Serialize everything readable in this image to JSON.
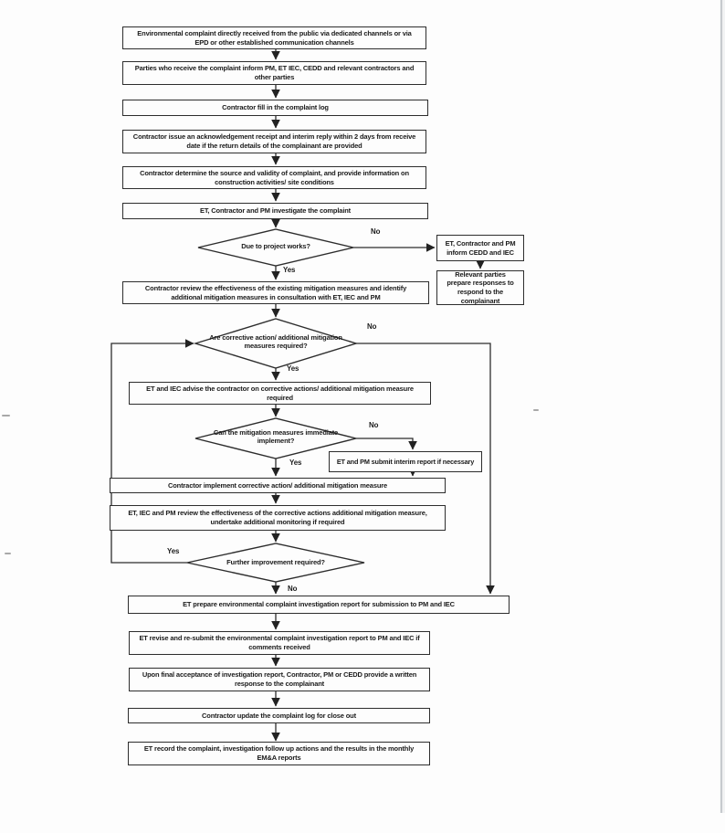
{
  "flowchart": {
    "nodes": {
      "receive_complaint": "Environmental complaint directly received from the public via dedicated channels or via EPD or other established communication channels",
      "inform_parties": "Parties who receive the complaint inform PM, ET IEC, CEDD and relevant contractors and other parties",
      "fill_complaint_log": "Contractor fill in the complaint log",
      "acknowledgement": "Contractor issue an acknowledgement receipt and interim reply within 2 days from receive date if the return details of the complainant are provided",
      "determine_source": "Contractor determine the source and validity of complaint, and provide information on construction activities/ site conditions",
      "investigate": "ET, Contractor and PM investigate the complaint",
      "due_to_project_works": "Due to project works?",
      "inform_cedd_iec": "ET, Contractor and PM inform CEDD and IEC",
      "prepare_responses": "Relevant parties prepare responses to respond to the complainant",
      "review_existing": "Contractor review the effectiveness of the existing mitigation measures and identify additional mitigation measures in consultation with ET, IEC and PM",
      "corrective_required": "Are corrective action/ additional mitigation measures required?",
      "advise_contractor": "ET and IEC advise the contractor on corrective actions/ additional mitigation measure required",
      "immediate_implement": "Can the mitigation measures immediate implement?",
      "interim_report": "ET and PM submit interim report if necessary",
      "implement_corrective": "Contractor implement corrective action/ additional mitigation measure",
      "review_corrective": "ET, IEC and PM review the effectiveness of the corrective actions additional mitigation measure, undertake additional monitoring if required",
      "further_improvement": "Further improvement required?",
      "prepare_report": "ET prepare environmental complaint investigation report for submission to PM and IEC",
      "revise_resubmit": "ET revise and re-submit the environmental complaint investigation report to PM and IEC if comments received",
      "final_acceptance": "Upon final acceptance of investigation report, Contractor, PM or CEDD provide a written response to the complainant",
      "update_log": "Contractor update the complaint log for close out",
      "record_monthly": "ET record the complaint, investigation follow up actions and the results in the monthly EM&A reports"
    },
    "labels": {
      "yes": "Yes",
      "no": "No"
    },
    "colors": {
      "line": "#2d2d2d",
      "page_edge": "#c6cacd"
    }
  }
}
